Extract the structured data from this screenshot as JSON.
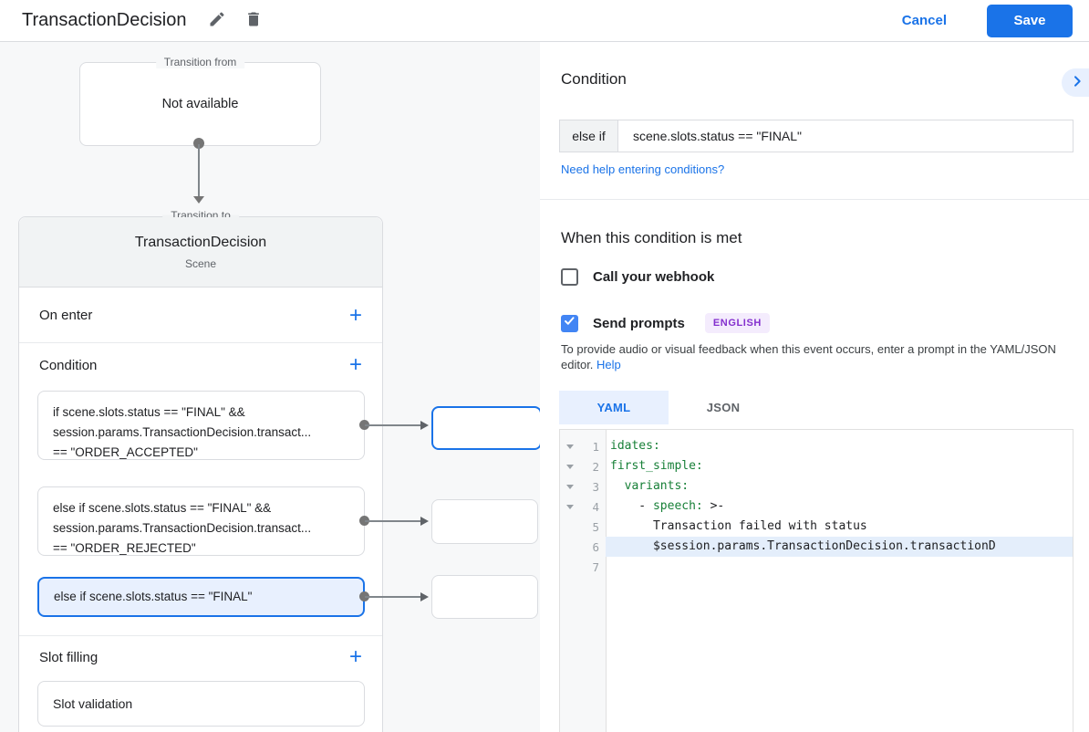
{
  "topbar": {
    "title": "TransactionDecision",
    "cancel_label": "Cancel",
    "save_label": "Save"
  },
  "flow": {
    "from_box": {
      "legend": "Transition from",
      "text": "Not available"
    },
    "to_card": {
      "legend": "Transition to",
      "title": "TransactionDecision",
      "subtitle": "Scene",
      "on_enter_label": "On enter",
      "condition_label": "Condition",
      "conditions": [
        {
          "selected": false,
          "lines": [
            "if scene.slots.status == \"FINAL\" &&",
            "session.params.TransactionDecision.transact...",
            "== \"ORDER_ACCEPTED\""
          ]
        },
        {
          "selected": false,
          "lines": [
            "else if scene.slots.status == \"FINAL\" &&",
            "session.params.TransactionDecision.transact...",
            "== \"ORDER_REJECTED\""
          ]
        },
        {
          "selected": true,
          "lines": [
            "else if scene.slots.status == \"FINAL\""
          ]
        }
      ],
      "slot_filling_label": "Slot filling",
      "slot_items": [
        "Slot validation"
      ]
    }
  },
  "panel": {
    "title": "Condition",
    "condition_prefix": "else if",
    "condition_value": "scene.slots.status == \"FINAL\"",
    "help_link": "Need help entering conditions?",
    "when_title": "When this condition is met",
    "webhook_label": "Call your webhook",
    "webhook_checked": false,
    "send_prompts_label": "Send prompts",
    "send_prompts_checked": true,
    "language_badge": "ENGLISH",
    "prompt_hint": "To provide audio or visual feedback when this event occurs, enter a prompt in the YAML/JSON editor.",
    "prompt_hint_link": "Help",
    "tabs": [
      {
        "label": "YAML",
        "active": true
      },
      {
        "label": "JSON",
        "active": false
      }
    ],
    "editor": {
      "lines": [
        {
          "num": "1",
          "fold": true,
          "highlight": false,
          "segments": [
            {
              "text": "idates:",
              "type": "key"
            }
          ]
        },
        {
          "num": "2",
          "fold": true,
          "highlight": false,
          "segments": [
            {
              "text": "first_simple:",
              "type": "key"
            }
          ]
        },
        {
          "num": "3",
          "fold": true,
          "highlight": false,
          "segments": [
            {
              "text": "  variants:",
              "type": "key"
            }
          ]
        },
        {
          "num": "4",
          "fold": true,
          "highlight": false,
          "segments": [
            {
              "text": "    - ",
              "type": "plain"
            },
            {
              "text": "speech:",
              "type": "key"
            },
            {
              "text": " >-",
              "type": "plain"
            }
          ]
        },
        {
          "num": "5",
          "fold": false,
          "highlight": false,
          "segments": [
            {
              "text": "      Transaction failed with status",
              "type": "plain"
            }
          ]
        },
        {
          "num": "6",
          "fold": false,
          "highlight": true,
          "segments": [
            {
              "text": "      $session.params.TransactionDecision.transactionD",
              "type": "plain"
            }
          ]
        },
        {
          "num": "7",
          "fold": false,
          "highlight": false,
          "segments": []
        }
      ]
    }
  },
  "colors": {
    "accent": "#1a73e8",
    "checkbox_checked": "#4285f4",
    "selected_condition_bg": "#e8f0fe",
    "code_key_green": "#188038",
    "badge_text": "#8430ce",
    "badge_bg": "#f4ecfd"
  }
}
